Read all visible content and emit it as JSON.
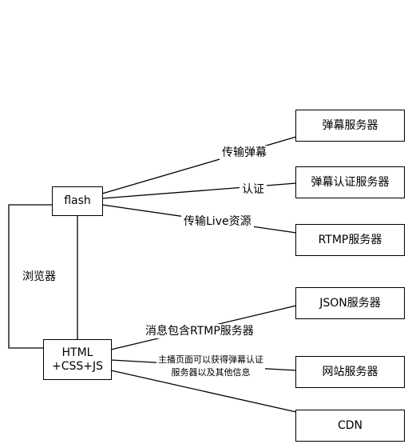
{
  "nodes": {
    "flash": "flash",
    "html": "HTML\n+CSS+JS",
    "danmu_server": "弹幕服务器",
    "danmu_auth_server": "弹幕认证服务器",
    "rtmp_server": "RTMP服务器",
    "json_server": "JSON服务器",
    "website_server": "网站服务器",
    "cdn": "CDN"
  },
  "labels": {
    "browser": "浏览器",
    "transfer_danmu": "传输弹幕",
    "auth": "认证",
    "transfer_live": "传输Live资源",
    "msg_rtmp": "消息包含RTMP服务器",
    "host_page": "主播页面可以获得弹幕认证\n服务器以及其他信息"
  }
}
